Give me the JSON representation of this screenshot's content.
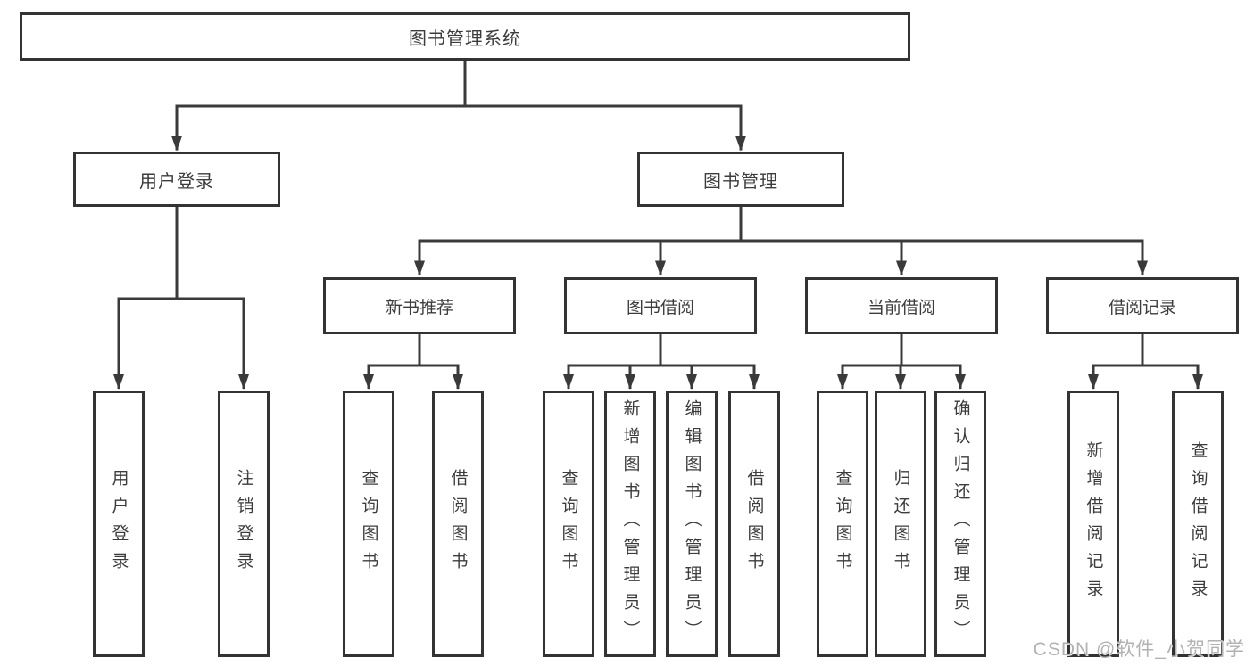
{
  "tree": {
    "label": "图书管理系统",
    "children": [
      {
        "label": "用户登录",
        "children": [
          {
            "label": "用户登录"
          },
          {
            "label": "注销登录"
          }
        ]
      },
      {
        "label": "图书管理",
        "children": [
          {
            "label": "新书推荐",
            "children": [
              {
                "label": "查询图书"
              },
              {
                "label": "借阅图书"
              }
            ]
          },
          {
            "label": "图书借阅",
            "children": [
              {
                "label": "查询图书"
              },
              {
                "label": "新增图书（管理员）"
              },
              {
                "label": "编辑图书（管理员）"
              },
              {
                "label": "借阅图书"
              }
            ]
          },
          {
            "label": "当前借阅",
            "children": [
              {
                "label": "查询图书"
              },
              {
                "label": "归还图书"
              },
              {
                "label": "确认归还（管理员）"
              }
            ]
          },
          {
            "label": "借阅记录",
            "children": [
              {
                "label": "新增借阅记录"
              },
              {
                "label": "查询借阅记录"
              }
            ]
          }
        ]
      }
    ]
  },
  "watermark": {
    "text": "CSDN @软件_小贺同学"
  },
  "colors": {
    "background": "#ffffff",
    "box_border": "#333333",
    "connector_line": "#3a3a3a",
    "text": "#3c3c3c",
    "watermark": "#b2b2b2"
  }
}
